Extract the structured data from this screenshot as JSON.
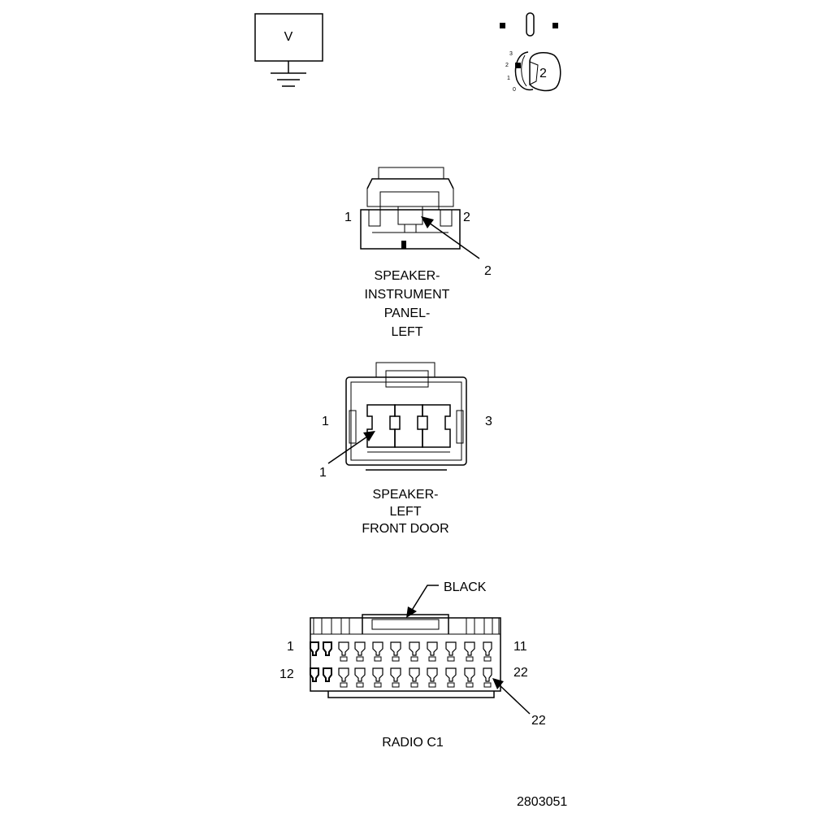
{
  "voltmeter": {
    "symbol": "V"
  },
  "ignition": {
    "position_label": "2",
    "dial_marks": [
      "3",
      "2",
      "1",
      "0"
    ]
  },
  "connector_ip_speaker": {
    "pin_left": "1",
    "pin_right": "2",
    "callout": "2",
    "title_lines": [
      "SPEAKER-",
      "INSTRUMENT",
      "PANEL-",
      "LEFT"
    ]
  },
  "connector_door_speaker": {
    "pin_left": "1",
    "pin_right": "3",
    "callout": "1",
    "title_lines": [
      "SPEAKER-",
      "LEFT",
      "FRONT DOOR"
    ]
  },
  "connector_radio": {
    "color_label": "BLACK",
    "row1_first": "1",
    "row1_last": "11",
    "row2_first": "12",
    "row2_last": "22",
    "callout": "22",
    "title": "RADIO C1"
  },
  "figure_number": "2803051"
}
